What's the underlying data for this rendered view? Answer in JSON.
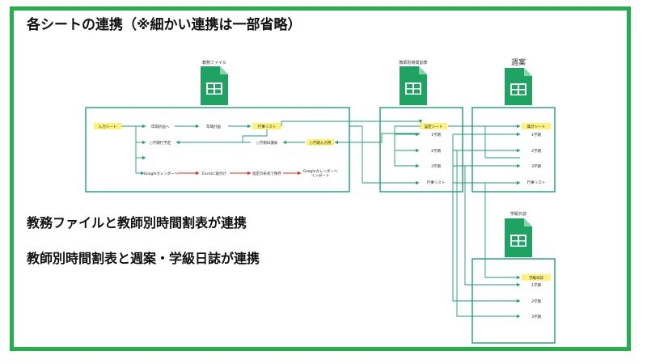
{
  "title": "各シートの連携（※細かい連携は一部省略）",
  "description_lines": [
    "教務ファイルと教師別時間割表が連携",
    "教師別時間割表と週案・学級日誌が連携"
  ],
  "colors": {
    "frame": "#23b04b",
    "box": "#1f9e6e",
    "arrow_green": "#1f9e6e",
    "arrow_red": "#d93025",
    "highlight": "#fff27a",
    "sheets_icon": "#1ea362"
  },
  "files": {
    "kyomu": {
      "label": "教務ファイル",
      "icon": "google-sheets-icon",
      "nodes": {
        "input_sheet": "入力シート",
        "annual_plan_in": "年間計画へ",
        "annual_plan": "年間計画",
        "row_list": "行事リスト",
        "term_schedule": "○学期行予定",
        "term_daily": "○学期日課表",
        "term_input": "○学期入力用",
        "gcal_to": "Googleカレンダーへ",
        "excel_paste": "Excelに貼付け",
        "format_save": "指定の形式で保存",
        "gcal_import": "Googleカレンダーへインポート"
      }
    },
    "teacher": {
      "label": "教師別時間割表",
      "icon": "google-sheets-icon",
      "nodes": {
        "settings": "設定シート",
        "term1": "1学期",
        "term2": "2学期",
        "term3": "3学期",
        "row_list": "行事リスト"
      }
    },
    "weekly": {
      "label": "週案",
      "icon": "google-sheets-icon",
      "nodes": {
        "tally": "集計シート",
        "term1": "1学期",
        "term2": "2学期",
        "term3": "3学期",
        "row_list": "行事リスト"
      }
    },
    "diary": {
      "label": "学級日誌",
      "icon": "google-sheets-icon",
      "nodes": {
        "diary_sheet": "学級日誌",
        "term1": "1学期",
        "term2": "2学期",
        "term3": "3学期"
      }
    }
  }
}
